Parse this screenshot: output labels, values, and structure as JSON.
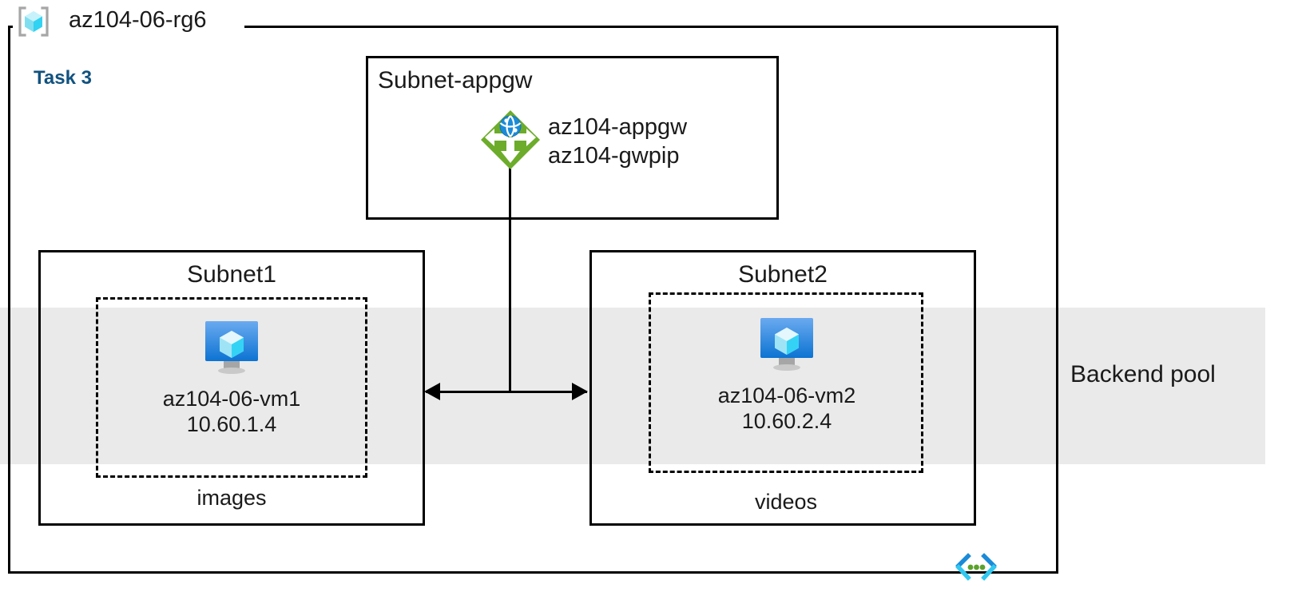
{
  "diagram": {
    "title": "az104-06-rg6",
    "title_icon": "resource-group-icon",
    "task_label": "Task 3",
    "accent_color": "#11527f",
    "band_color": "#eaeaea",
    "border_color": "#000000"
  },
  "backend_pool": {
    "label": "Backend pool"
  },
  "subnets": {
    "appgw": {
      "title": "Subnet-appgw",
      "node": {
        "icon": "application-gateway-icon",
        "icon_color": "#6cac2a",
        "line1": "az104-appgw",
        "line2": "az104-gwpip"
      }
    },
    "subnet1": {
      "title": "Subnet1",
      "caption": "images",
      "vm": {
        "icon": "virtual-machine-icon",
        "name": "az104-06-vm1",
        "ip": "10.60.1.4"
      }
    },
    "subnet2": {
      "title": "Subnet2",
      "caption": "videos",
      "vm": {
        "icon": "virtual-machine-icon",
        "name": "az104-06-vm2",
        "ip": "10.60.2.4"
      }
    }
  },
  "footer": {
    "icon": "vnet-code-brackets-icon"
  }
}
